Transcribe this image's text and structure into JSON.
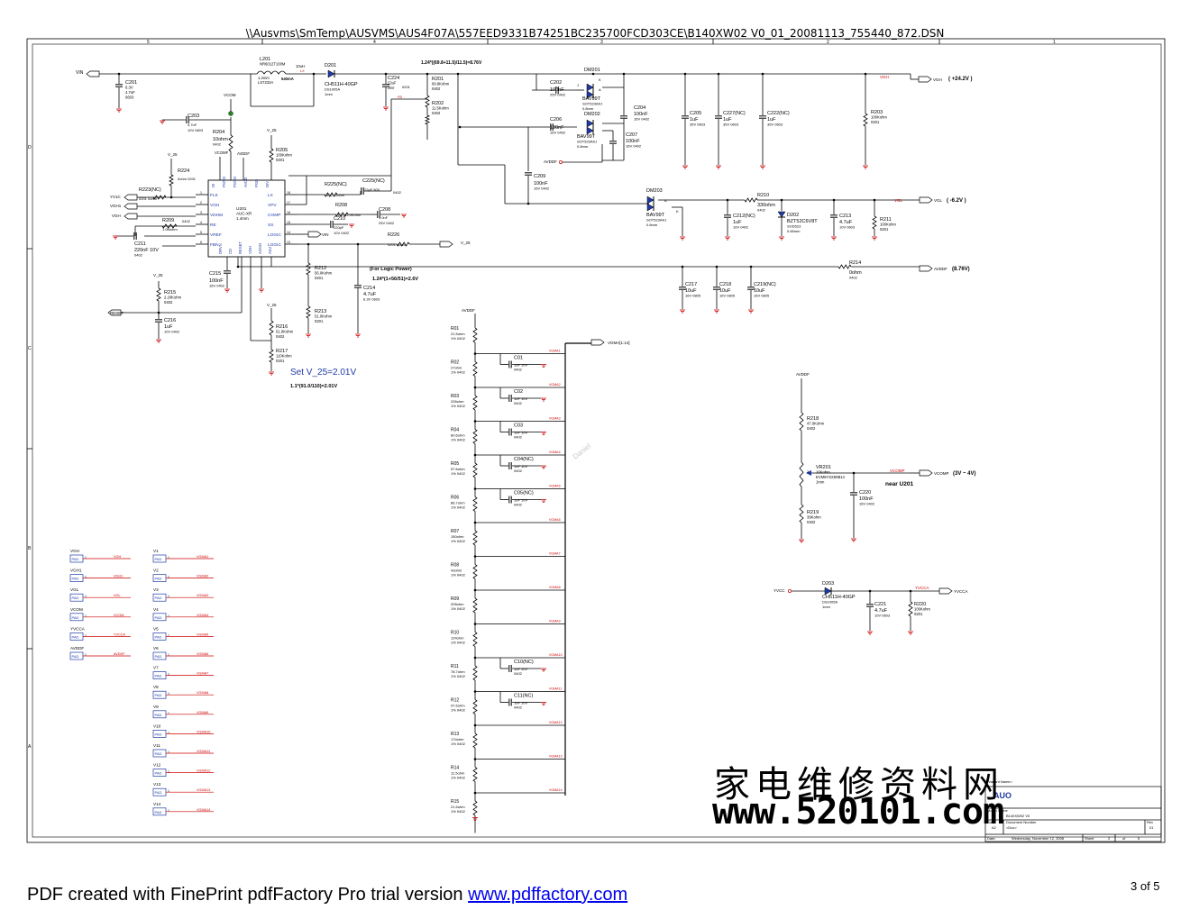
{
  "header": {
    "title": "\\\\Ausvms\\SmTemp\\AUSVMS\\AUS4F07A\\557EED9331B74251BC235700FCD303CE\\B140XW02 V0_01_20081113_755440_872.DSN"
  },
  "border": {
    "top_zones": [
      "5",
      "4",
      "3",
      "2",
      "1"
    ],
    "side_zones": [
      "D",
      "C",
      "B",
      "A"
    ]
  },
  "nets": {
    "vin": "VIN",
    "vgh": "VGH",
    "vgh1": "VGH1",
    "vgl": "VGL",
    "avddf": "AVDDF",
    "vcom": "VCOM",
    "vcomp": "VCOMP",
    "vdd_sense": "V_25",
    "reset": "RESET",
    "yvcc": "YVCC",
    "yvcca": "YVCCA",
    "vgma_bus": "VGMA[1:14]",
    "y1c": "YV1C"
  },
  "annotations": {
    "vgh_formula": "1.24*((69.8+11.5)/11.5)=8.76V",
    "vgh_level": "( +24.2V )",
    "vgl_level": "( -6.2V )",
    "avddf_level": "(8.76V)",
    "logic_power": "(For Logic Power)",
    "logic_formula": "1.24*(1+56/51)=2.6V",
    "set_v25": "Set V_25=2.01V",
    "v25_formula": "1.1*(91.0/110)=2.01V",
    "near": "near U201",
    "vcom_range": "(3V ~ 4V)",
    "daniel": "Daniel"
  },
  "components": {
    "l201": [
      "L201",
      "NR6012T100M",
      "10uH",
      "1.2mm",
      "LS7232A",
      "540mA"
    ],
    "d201": [
      "D201",
      "CH511H-40GP",
      "DS1005A",
      "1mm"
    ],
    "c201": [
      "C201",
      "6.3V",
      "4.7uF",
      "0603"
    ],
    "c224": [
      "C224",
      "22uF",
      "25V"
    ],
    "r201": [
      "R201",
      "69.8Kohm",
      "0402"
    ],
    "r202": [
      "R202",
      "11.5Kohm",
      "0402"
    ],
    "c203": [
      "C203",
      "4.7uF",
      "10V",
      "0603"
    ],
    "r204": [
      "R204",
      "10ohm",
      "0402"
    ],
    "r205": [
      "R205",
      "100Kohm",
      "0201"
    ],
    "r224": [
      "R224",
      "0ohm",
      "0201"
    ],
    "r223": [
      "R223(NC)",
      "0201",
      "0ohm"
    ],
    "r209": [
      "R209",
      "1.0Mohm",
      "0402"
    ],
    "c211": [
      "C211",
      "220nF",
      "10V",
      "0402"
    ],
    "u201": [
      "U201",
      "AUC-XR",
      "1.4mm"
    ],
    "u201_pins_left": [
      "FLK",
      "VGH",
      "VDHM",
      "RE",
      "VREF",
      "FBN"
    ],
    "u201_pins_right": [
      "LX",
      "VPV",
      "COMP",
      "SS",
      "LOGIC",
      "LOGIC"
    ],
    "r225": [
      "R225(NC)",
      "16ohm",
      "0402"
    ],
    "c225": [
      "C225(NC)",
      "22pF",
      "50V"
    ],
    "r208": [
      "R208",
      "56.0Kohm"
    ],
    "c208": [
      "C208",
      "1.0nF",
      "25V",
      "0402"
    ],
    "c210": [
      "C210",
      "220pF",
      "10V",
      "0402"
    ],
    "r226": [
      "R226",
      "0ohm",
      "0201"
    ],
    "c215": [
      "C215",
      "100nF",
      "16V",
      "0402"
    ],
    "r215": [
      "R215",
      "2.20Kohm",
      "0402"
    ],
    "c216": [
      "C216",
      "1uF",
      "10V",
      "0402"
    ],
    "r212": [
      "R212",
      "56.0Kohm",
      "0201"
    ],
    "r213": [
      "R213",
      "51.0Kohm",
      "0201"
    ],
    "c214": [
      "C214",
      "4.7uF",
      "6.3V",
      "0603"
    ],
    "r216": [
      "R216",
      "51.0Kohm",
      "0402"
    ],
    "r217": [
      "R217",
      "110Kohm",
      "0201"
    ],
    "dm201": [
      "DM201",
      "BAV99T",
      "SOT523AKJ",
      "0.8mm"
    ],
    "dm202": [
      "DM202",
      "BAV99T",
      "SOT523AKJ",
      "0.8mm"
    ],
    "c202": [
      "C202",
      "100nF",
      "25V",
      "0402"
    ],
    "c206": [
      "C206",
      "100nF",
      "16V",
      "0402"
    ],
    "c204": [
      "C204",
      "100nF",
      "16V",
      "0402"
    ],
    "c207": [
      "C207",
      "100nF",
      "16V",
      "0402"
    ],
    "c209": [
      "C209",
      "100nF",
      "16V",
      "0402"
    ],
    "c205": [
      "C205",
      "1uF",
      "35V",
      "0603"
    ],
    "c227": [
      "C227(NC)",
      "1uF",
      "35V",
      "0603"
    ],
    "c222": [
      "C222(NC)",
      "1uF",
      "35V",
      "0603"
    ],
    "r203": [
      "R203",
      "100Kohm",
      "0201"
    ],
    "dm203": [
      "DM203",
      "BAV99T",
      "SOT523AKJ",
      "0.8mm"
    ],
    "r210": [
      "R210",
      "330ohm",
      "0402"
    ],
    "c212": [
      "C212(NC)",
      "1uF",
      "10V",
      "0402"
    ],
    "d202": [
      "D202",
      "BZT52C6V8T",
      "SOD523",
      "0.65mm"
    ],
    "c213": [
      "C213",
      "4.7uF",
      "10V",
      "0603"
    ],
    "r211": [
      "R211",
      "100Kohm",
      "0201"
    ],
    "r214": [
      "R214",
      "0ohm",
      "0402"
    ],
    "c217": [
      "C217",
      "10uF",
      "16V",
      "0805"
    ],
    "c218": [
      "C218",
      "10uF",
      "16V",
      "0805"
    ],
    "c219": [
      "C219(NC)",
      "10uF",
      "16V",
      "0805"
    ],
    "r218": [
      "R218",
      "47.0Kohm",
      "0402"
    ],
    "vr201": [
      "VR201",
      "10Kohm",
      "EVM6YSX50B14",
      "1mm"
    ],
    "c220": [
      "C220",
      "100nF",
      "16V",
      "0402"
    ],
    "r219": [
      "R219",
      "39Kohm",
      "0402"
    ],
    "d203": [
      "D203",
      "CH511H-40GP",
      "DS1005A",
      "1mm"
    ],
    "c221": [
      "C221",
      "4.7uF",
      "10V",
      "0603"
    ],
    "r220": [
      "R220",
      "100Kohm",
      "0201"
    ]
  },
  "gamma": {
    "supply": "AVDDF",
    "resistors": [
      {
        "ref": "R01",
        "val": "21.5ohm",
        "spec": "1%  0402"
      },
      {
        "ref": "R02",
        "val": "27ohm",
        "spec": "1%  0402"
      },
      {
        "ref": "R03",
        "val": "226ohm",
        "spec": "1%  0402"
      },
      {
        "ref": "R04",
        "val": "80.6ohm",
        "spec": "1%  0402"
      },
      {
        "ref": "R05",
        "val": "57.6ohm",
        "spec": "1%  0402"
      },
      {
        "ref": "R06",
        "val": "86.7ohm",
        "spec": "1%  0402"
      },
      {
        "ref": "R07",
        "val": "150ohm",
        "spec": "1%  0402"
      },
      {
        "ref": "R08",
        "val": "43ohm",
        "spec": "1%  0402"
      },
      {
        "ref": "R09",
        "val": "205ohm",
        "spec": "1%  0402"
      },
      {
        "ref": "R10",
        "val": "124ohm",
        "spec": "1%  0402"
      },
      {
        "ref": "R11",
        "val": "78.7ohm",
        "spec": "1%  0402"
      },
      {
        "ref": "R12",
        "val": "97.6ohm",
        "spec": "1%  0402"
      },
      {
        "ref": "R13",
        "val": "174ohm",
        "spec": "1%  0402"
      },
      {
        "ref": "R14",
        "val": "11.5ohm",
        "spec": "1%  0402"
      },
      {
        "ref": "R15",
        "val": "21.5ohm",
        "spec": "1%  0402"
      }
    ],
    "taps": [
      "VGMA1",
      "VGMA2",
      "VGMA3",
      "VGMA4",
      "VGMA5",
      "VGMA6",
      "VGMA7",
      "VGMA8",
      "VGMA9",
      "VGMA10",
      "VGMA11",
      "VGMA12",
      "VGMA13",
      "VGMA14"
    ],
    "caps": [
      {
        "ref": "C01",
        "val": "1uF  10V",
        "pkg": "0402"
      },
      {
        "ref": "C02",
        "val": "1uF  10V",
        "pkg": "0402"
      },
      {
        "ref": "C03",
        "val": "1uF  10V",
        "pkg": "0402"
      },
      {
        "ref": "C04(NC)",
        "val": "1uF  10V",
        "pkg": "0402"
      },
      {
        "ref": "C05(NC)",
        "val": "1uF  10V",
        "pkg": "0402"
      },
      {
        "ref": "C10(NC)",
        "val": "1uF  10V",
        "pkg": "0402"
      },
      {
        "ref": "C11(NC)",
        "val": "1uF  10V",
        "pkg": "0402"
      }
    ]
  },
  "pads_left": [
    {
      "title": "VGH",
      "net": "VGH"
    },
    {
      "title": "VGH1",
      "net": "VGH1"
    },
    {
      "title": "VGL",
      "net": "VGL"
    },
    {
      "title": "VCOM",
      "net": "VCOM"
    },
    {
      "title": "YVCCA",
      "net": "YVCCA"
    },
    {
      "title": "AVDDF",
      "net": "AVDDF"
    }
  ],
  "pads_right": [
    {
      "title": "V1",
      "net": "VGMA1"
    },
    {
      "title": "V2",
      "net": "VGMA2"
    },
    {
      "title": "V3",
      "net": "VGMA3"
    },
    {
      "title": "V4",
      "net": "VGMA4"
    },
    {
      "title": "V5",
      "net": "VGMA5"
    },
    {
      "title": "V6",
      "net": "VGMA6"
    },
    {
      "title": "V7",
      "net": "VGMA7"
    },
    {
      "title": "V8",
      "net": "VGMA8"
    },
    {
      "title": "V9",
      "net": "VGMA9"
    },
    {
      "title": "V10",
      "net": "VGMA10"
    },
    {
      "title": "V11",
      "net": "VGMA11"
    },
    {
      "title": "V12",
      "net": "VGMA12"
    },
    {
      "title": "V13",
      "net": "VGMA13"
    },
    {
      "title": "V14",
      "net": "VGMA14"
    }
  ],
  "pad_label": "PAD",
  "title_block": {
    "variant": "<Variant Name>",
    "logo": "AUO",
    "model_label": "Model Name",
    "model": "B140XW02 V0",
    "size_label": "Size",
    "size": "A2",
    "doc_label": "Document Number",
    "doc": "<Doc>",
    "rev_label": "Rev",
    "rev": "01",
    "date_label": "Date:",
    "date": "Wednesday, November 12, 2008",
    "sheet_label": "Sheet",
    "sheet": "2",
    "of_label": "of",
    "of": "5"
  },
  "watermark": {
    "line1": "家电维修资料网",
    "line2": "www.520101.com"
  },
  "footer": {
    "text": "PDF created with FinePrint pdfFactory Pro trial version ",
    "link": "www.pdffactory.com",
    "page": "3 of 5"
  },
  "colors": {
    "wire": "#000000",
    "net_red": "#cc0000",
    "pad_blue": "#1f3aa6",
    "pin_blue": "#1f3aa6",
    "test_green": "#1e8f1e"
  }
}
